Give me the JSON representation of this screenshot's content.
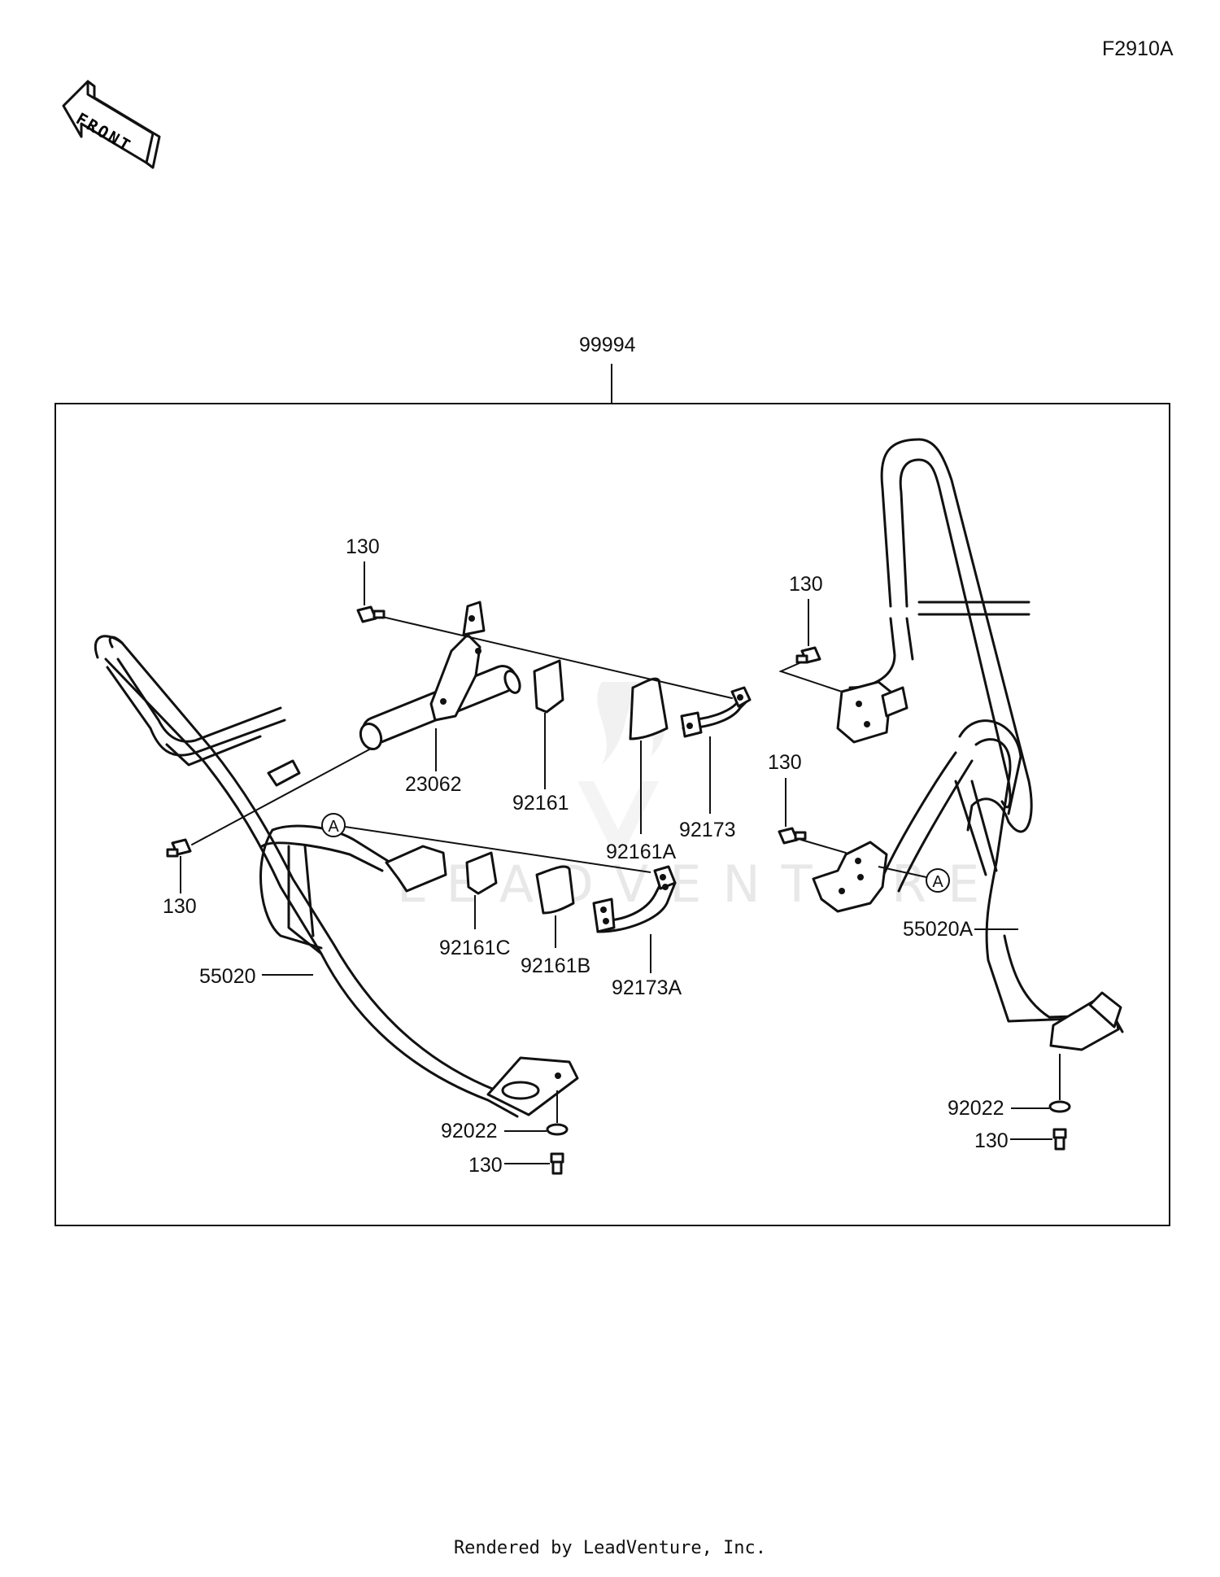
{
  "diagram_id": "F2910A",
  "front_indicator": "FRONT",
  "watermark": "LEADVENTURE",
  "footer": "Rendered by LeadVenture, Inc.",
  "callouts": {
    "assembly": "99994",
    "frame_left": "55020",
    "frame_right": "55020A",
    "bracket": "23062",
    "pad": "92161",
    "pad_a": "92161A",
    "pad_b": "92161B",
    "pad_c": "92161C",
    "clamp": "92173",
    "clamp_a": "92173A",
    "washer": "92022",
    "bolt": "130",
    "ref_a": "A"
  }
}
